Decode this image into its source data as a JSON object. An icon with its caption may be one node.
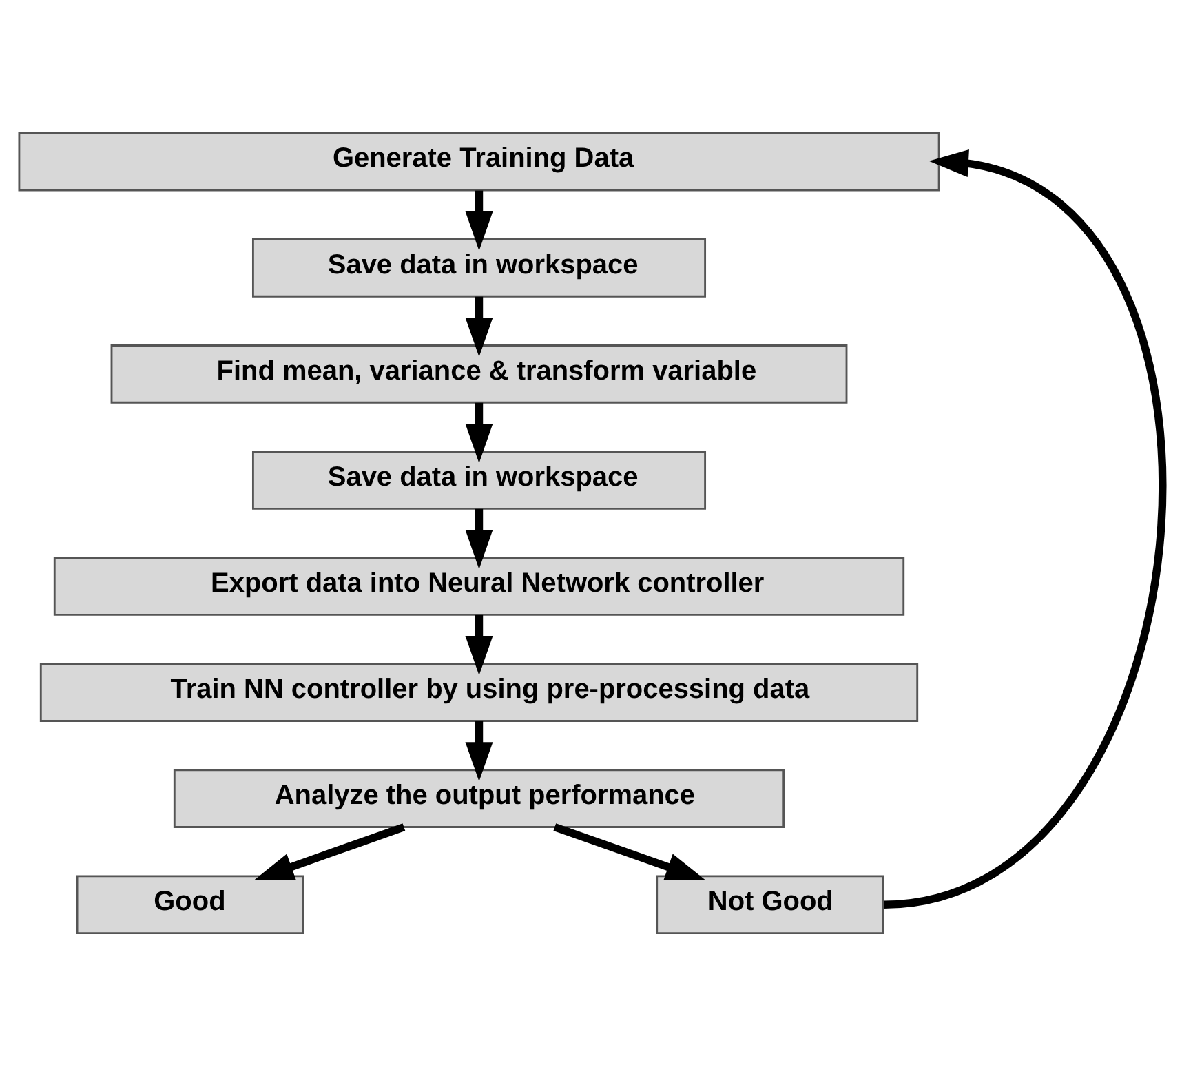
{
  "diagram": {
    "nodes": [
      {
        "text": [
          "Generate Training Data"
        ]
      },
      {
        "text": [
          "Save data in workspace"
        ]
      },
      {
        "text": [
          "Find mean, variance & transform variable"
        ]
      },
      {
        "text": [
          "Save data in workspace"
        ]
      },
      {
        "text": [
          "Export data into Neural Network controller"
        ]
      },
      {
        "text": [
          "Train NN controller by using pre-processing data"
        ]
      },
      {
        "text": [
          "Analyze the output performance"
        ]
      },
      {
        "text": [
          "Good"
        ]
      },
      {
        "text": [
          "Not Good"
        ]
      }
    ],
    "edges": [
      {
        "from": 0,
        "to": 1,
        "arrow": "to"
      },
      {
        "from": 1,
        "to": 2,
        "arrow": "to"
      },
      {
        "from": 2,
        "to": 3,
        "arrow": "to"
      },
      {
        "from": 3,
        "to": 4,
        "arrow": "to"
      },
      {
        "from": 4,
        "to": 5,
        "arrow": "to"
      },
      {
        "from": 5,
        "to": 6,
        "arrow": "to"
      },
      {
        "from": 6,
        "to": 7,
        "arrow": "to"
      },
      {
        "from": 6,
        "to": 8,
        "arrow": "to"
      },
      {
        "from": 8,
        "to": 0,
        "arrow": "to"
      }
    ]
  }
}
